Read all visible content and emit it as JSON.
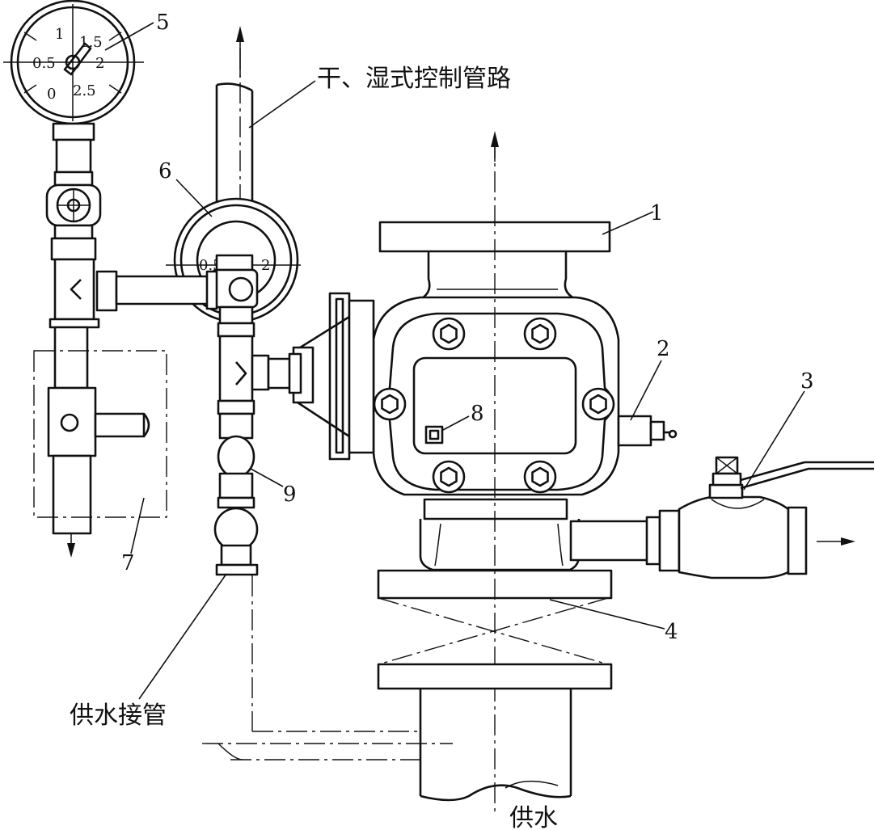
{
  "labels": {
    "control_pipe": "干、湿式控制管路",
    "supply_connection": "供水接管",
    "water_supply": "供水"
  },
  "parts": [
    {
      "id": "1"
    },
    {
      "id": "2"
    },
    {
      "id": "3"
    },
    {
      "id": "4"
    },
    {
      "id": "5"
    },
    {
      "id": "6"
    },
    {
      "id": "7"
    },
    {
      "id": "8"
    },
    {
      "id": "9"
    }
  ],
  "gauge_left": {
    "scale": [
      "0",
      "0.5",
      "1",
      "1.5",
      "2",
      "2.5"
    ]
  },
  "gauge_right": {
    "scale": [
      "0.5",
      "2"
    ]
  }
}
